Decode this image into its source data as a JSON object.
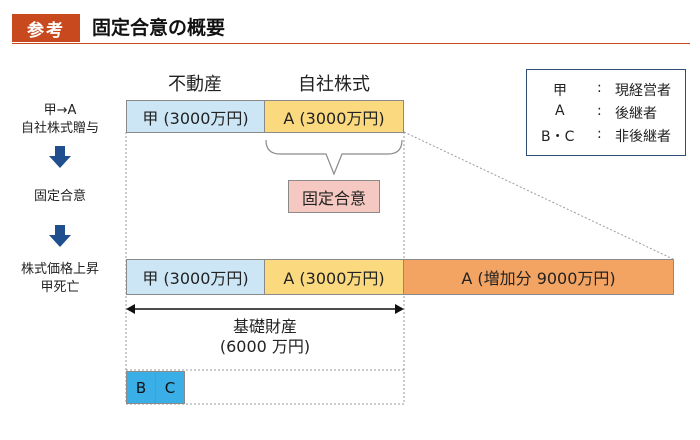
{
  "header": {
    "badge": "参考",
    "title": "固定合意の概要"
  },
  "columns": {
    "real_estate": "不動産",
    "own_stock": "自社株式"
  },
  "steps": {
    "gift_line1": "甲→A",
    "gift_line2": "自社株式贈与",
    "agreement": "固定合意",
    "rise_line1": "株式価格上昇",
    "rise_line2": "甲死亡"
  },
  "row1": {
    "real_estate": "甲 (3000万円)",
    "stock": "A (3000万円)"
  },
  "agreement_box": "固定合意",
  "row2": {
    "real_estate": "甲 (3000万円)",
    "stock": "A (3000万円)",
    "increase": "A (増加分 9000万円)"
  },
  "basis": {
    "line1": "基礎財産",
    "line2": "(6000 万円)"
  },
  "heirs": {
    "b": "B",
    "c": "C"
  },
  "legend": [
    {
      "key": "甲",
      "sep": ":",
      "value": "現経営者"
    },
    {
      "key": "A",
      "sep": ":",
      "value": "後継者"
    },
    {
      "key": "B・C",
      "sep": ":",
      "value": "非後継者"
    }
  ],
  "colors": {
    "accent": "#c8491d",
    "blue": "#cde6f6",
    "yellow": "#fbd97f",
    "orange": "#f4a462",
    "pink": "#f5c9c1",
    "arrow": "#1f4f8f",
    "heir_blue": "#3aaee6"
  },
  "icons": {
    "step_arrow": "down-arrow-icon",
    "basis_span": "double-arrow-icon"
  }
}
